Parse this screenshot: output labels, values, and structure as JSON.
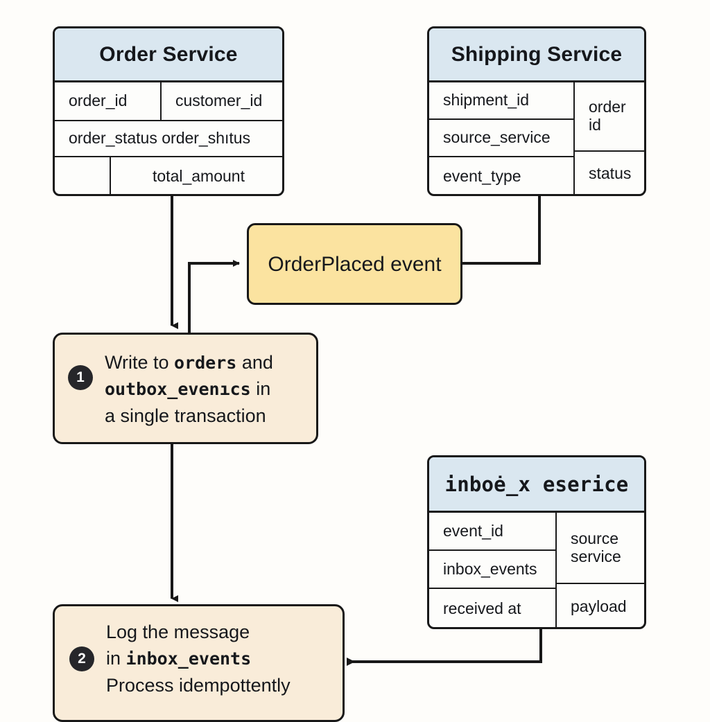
{
  "diagram": {
    "title": "Transactional outbox / inbox pattern",
    "background_color": "#fefdfa",
    "header_color": "#dae7f0",
    "event_color": "#fbe3a0",
    "step_color": "#f9ecd9",
    "stroke_color": "#181818"
  },
  "entities": {
    "order_service": {
      "header": "Order Service",
      "cells": [
        {
          "text": "order_id"
        },
        {
          "text": "customer_id"
        },
        {
          "text": "order_status order_shıtus"
        },
        {
          "text": ""
        },
        {
          "text": "total_amount"
        }
      ]
    },
    "shipping_service": {
      "header": "Shipping Service",
      "cells": [
        {
          "text": "shipment_id"
        },
        {
          "text": "source_service"
        },
        {
          "text": "event_type"
        },
        {
          "text": "order\nid"
        },
        {
          "text": "status"
        }
      ]
    },
    "inbox_service": {
      "header": "inboė_x eserice",
      "cells": [
        {
          "text": "event_id"
        },
        {
          "text": "inbox_events"
        },
        {
          "text": "received at"
        },
        {
          "text": "source\nservice"
        },
        {
          "text": "payload"
        }
      ]
    }
  },
  "event_node": {
    "label": "OrderPlaced\nevent"
  },
  "steps": [
    {
      "badge": "1",
      "line1_pre": "Write to ",
      "line1_mono": "orders",
      "line1_post": " and",
      "line2_mono": "outbox_evenıсs",
      "line2_post": " in",
      "line3": "a single transaction"
    },
    {
      "badge": "2",
      "line1": "Log the message",
      "line2_pre": "in ",
      "line2_mono": "inbox_events",
      "line3": "Process idempottently"
    }
  ]
}
